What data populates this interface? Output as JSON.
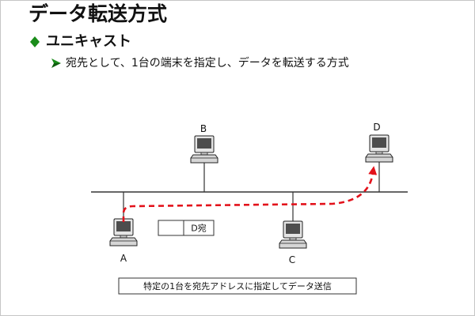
{
  "slide": {
    "title": "データ転送方式",
    "heading": {
      "icon": "diamond-bullet-icon",
      "text": "ユニキャスト"
    },
    "sub_bullet": {
      "icon": "arrow-bullet-icon",
      "text": "宛先として、1台の端末を指定し、データを転送する方式"
    }
  },
  "diagram": {
    "node_icon": "computer-icon",
    "nodes": [
      {
        "label": "A"
      },
      {
        "label": "B"
      },
      {
        "label": "C"
      },
      {
        "label": "D"
      }
    ],
    "packet": {
      "destination_label": "D宛"
    },
    "caption": "特定の1台を宛先アドレスに指定してデータ送信"
  },
  "colors": {
    "accent": "#1a8c1a",
    "path": "#e3121b",
    "line": "#333333"
  }
}
